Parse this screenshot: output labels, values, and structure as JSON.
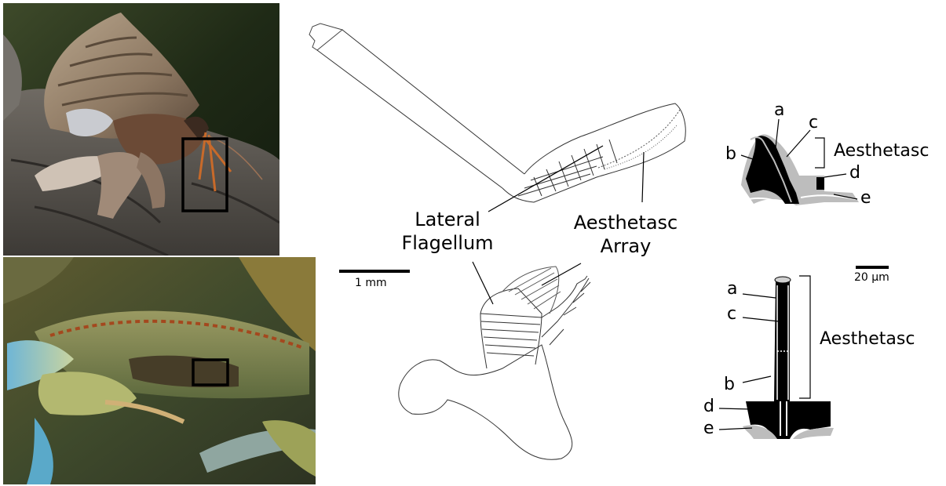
{
  "antennule_labels": {
    "lateral_flagellum_line1": "Lateral",
    "lateral_flagellum_line2": "Flagellum",
    "aesthetasc_array_line1": "Aesthetasc",
    "aesthetasc_array_line2": "Array"
  },
  "scale_bars": {
    "antennule": "1 mm",
    "aesthetasc": "20 µm"
  },
  "hermit_crab_aesthetasc": {
    "title": "Aesthetasc",
    "letters": [
      "a",
      "b",
      "c",
      "d",
      "e"
    ]
  },
  "blue_crab_aesthetasc": {
    "title": "Aesthetasc",
    "letters": [
      "a",
      "b",
      "c",
      "d",
      "e"
    ]
  }
}
